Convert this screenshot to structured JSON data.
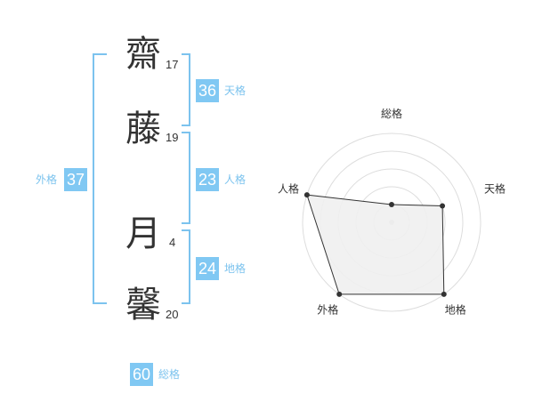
{
  "name_chars": [
    {
      "char": "齋",
      "strokes": "17"
    },
    {
      "char": "藤",
      "strokes": "19"
    },
    {
      "char": "月",
      "strokes": "4"
    },
    {
      "char": "馨",
      "strokes": "20"
    }
  ],
  "fortunes": {
    "tenkaku": {
      "value": "36",
      "label": "天格"
    },
    "jinkaku": {
      "value": "23",
      "label": "人格"
    },
    "chikaku": {
      "value": "24",
      "label": "地格"
    },
    "gaikaku": {
      "value": "37",
      "label": "外格"
    },
    "soukaku": {
      "value": "60",
      "label": "総格"
    }
  },
  "radar": {
    "axes": [
      "総格",
      "天格",
      "地格",
      "外格",
      "人格"
    ],
    "values": [
      1,
      3,
      5,
      5,
      5
    ],
    "max": 5,
    "rings": 5,
    "fill_color": "#f0f0f0",
    "line_color": "#333333",
    "grid_color": "#dddddd"
  },
  "colors": {
    "accent": "#80c8f3",
    "bracket": "#7cc3ee"
  }
}
